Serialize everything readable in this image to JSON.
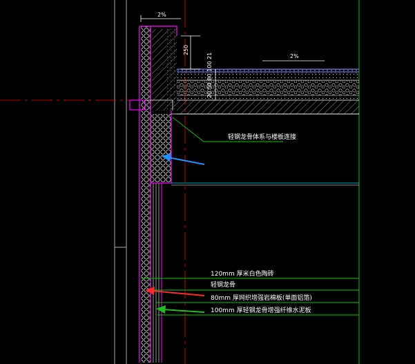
{
  "colors": {
    "background": "#000000",
    "wall_outline": "#ff00ff",
    "leader": "#00cc00",
    "red_line": "#ff0000",
    "cyan_line": "#00e5ff",
    "blue_arrow": "#1e90ff",
    "red_arrow": "#ff2a2a",
    "green_arrow": "#22bb22",
    "grey_line": "#bbbbbb",
    "dark_line": "#333366"
  },
  "dimensions": {
    "top_slope": "2%",
    "floor_slope": "2%",
    "height_250": "250",
    "layers_stack": "20 50 80 100 21"
  },
  "annotations": {
    "light_steel_connection": "轻钢龙骨体系与楼板连接",
    "brick_120": "120mm    厚米白色陶砖",
    "light_steel_keel": "轻钢龙骨",
    "rockwool_80": "80mm    厚网织增强岩棉板(单面铝箔)",
    "cement_board_100": "100mm    厚轻钢龙骨增强纤维水泥板"
  }
}
